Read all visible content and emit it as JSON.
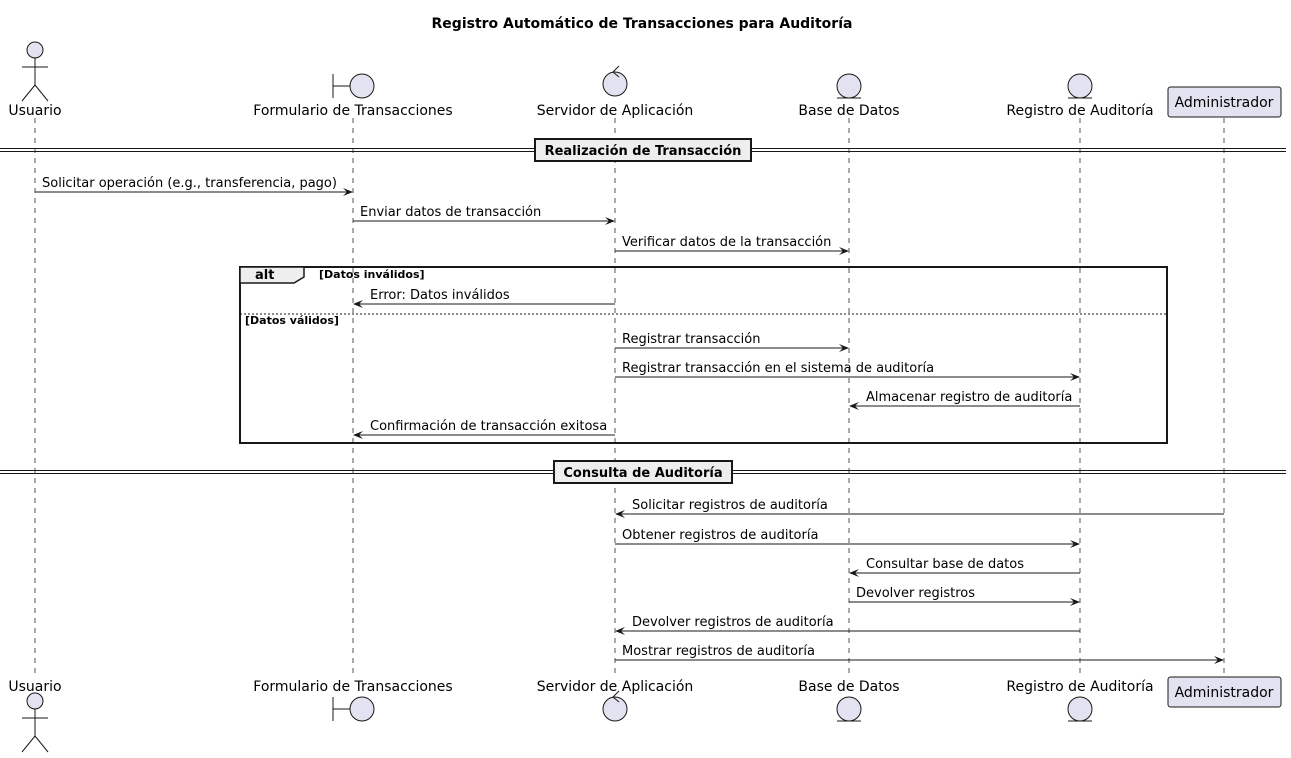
{
  "title": "Registro Automático de Transacciones para Auditoría",
  "participants": [
    {
      "id": "usuario",
      "label": "Usuario",
      "kind": "actor"
    },
    {
      "id": "formulario",
      "label": "Formulario de Transacciones",
      "kind": "boundary"
    },
    {
      "id": "servidor",
      "label": "Servidor de Aplicación",
      "kind": "control"
    },
    {
      "id": "bd",
      "label": "Base de Datos",
      "kind": "entity"
    },
    {
      "id": "auditoria",
      "label": "Registro de Auditoría",
      "kind": "entity"
    },
    {
      "id": "admin",
      "label": "Administrador",
      "kind": "participant"
    }
  ],
  "sections": [
    {
      "id": "realizacion",
      "label": "Realización de Transacción"
    },
    {
      "id": "consulta",
      "label": "Consulta de Auditoría"
    }
  ],
  "alt": {
    "keyword": "alt",
    "guard_1": "[Datos inválidos]",
    "guard_2": "[Datos válidos]"
  },
  "messages": [
    {
      "from": "usuario",
      "to": "formulario",
      "text": "Solicitar operación (e.g., transferencia, pago)"
    },
    {
      "from": "formulario",
      "to": "servidor",
      "text": "Enviar datos de transacción"
    },
    {
      "from": "servidor",
      "to": "bd",
      "text": "Verificar datos de la transacción"
    },
    {
      "from": "servidor",
      "to": "formulario",
      "text": "Error: Datos inválidos"
    },
    {
      "from": "servidor",
      "to": "bd",
      "text": "Registrar transacción"
    },
    {
      "from": "servidor",
      "to": "auditoria",
      "text": "Registrar transacción en el sistema de auditoría"
    },
    {
      "from": "auditoria",
      "to": "bd",
      "text": "Almacenar registro de auditoría"
    },
    {
      "from": "servidor",
      "to": "formulario",
      "text": "Confirmación de transacción exitosa"
    },
    {
      "from": "admin",
      "to": "servidor",
      "text": "Solicitar registros de auditoría"
    },
    {
      "from": "servidor",
      "to": "auditoria",
      "text": "Obtener registros de auditoría"
    },
    {
      "from": "auditoria",
      "to": "bd",
      "text": "Consultar base de datos"
    },
    {
      "from": "bd",
      "to": "auditoria",
      "text": "Devolver registros"
    },
    {
      "from": "auditoria",
      "to": "servidor",
      "text": "Devolver registros de auditoría"
    },
    {
      "from": "servidor",
      "to": "admin",
      "text": "Mostrar registros de auditoría"
    }
  ],
  "colors": {
    "participant_fill": "#E2E2F0",
    "stroke": "#181818",
    "separator_fill": "#EEEEEE"
  }
}
